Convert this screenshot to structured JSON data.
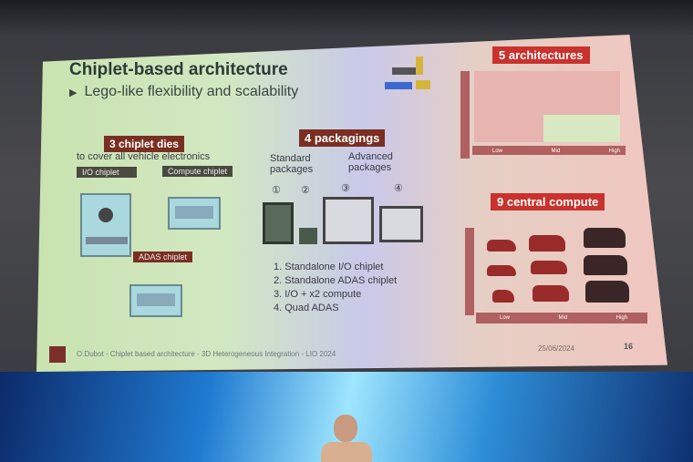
{
  "slide": {
    "title": "Chiplet-based architecture",
    "subtitle": "Lego-like flexibility and scalability",
    "bullet_icon": "triangle-right",
    "dies": {
      "heading": "3 chiplet dies",
      "caption": "to cover all vehicle electronics",
      "io": "I/O chiplet",
      "compute": "Compute chiplet",
      "adas": "ADAS chiplet"
    },
    "packagings": {
      "heading": "4 packagings",
      "standard": "Standard packages",
      "advanced": "Advanced packages",
      "markers": [
        "①",
        "②",
        "③",
        "④"
      ],
      "items": [
        "1.  Standalone I/O chiplet",
        "2.  Standalone ADAS chiplet",
        "3.  I/O + x2 compute",
        "4.  Quad ADAS"
      ]
    },
    "architectures": {
      "heading": "5 architectures",
      "levels": [
        "Low",
        "Mid",
        "High"
      ]
    },
    "central": {
      "heading": "9 central compute",
      "levels": [
        "Low",
        "Mid",
        "High"
      ]
    },
    "footer": {
      "text": "O.Dubot - Chiplet based architecture - 3D Heterogeneous Integration - LIO 2024",
      "date": "25/06/2024",
      "page": "16"
    },
    "colors": {
      "dark_red": "#7a2f22",
      "red": "#c9322d"
    }
  }
}
